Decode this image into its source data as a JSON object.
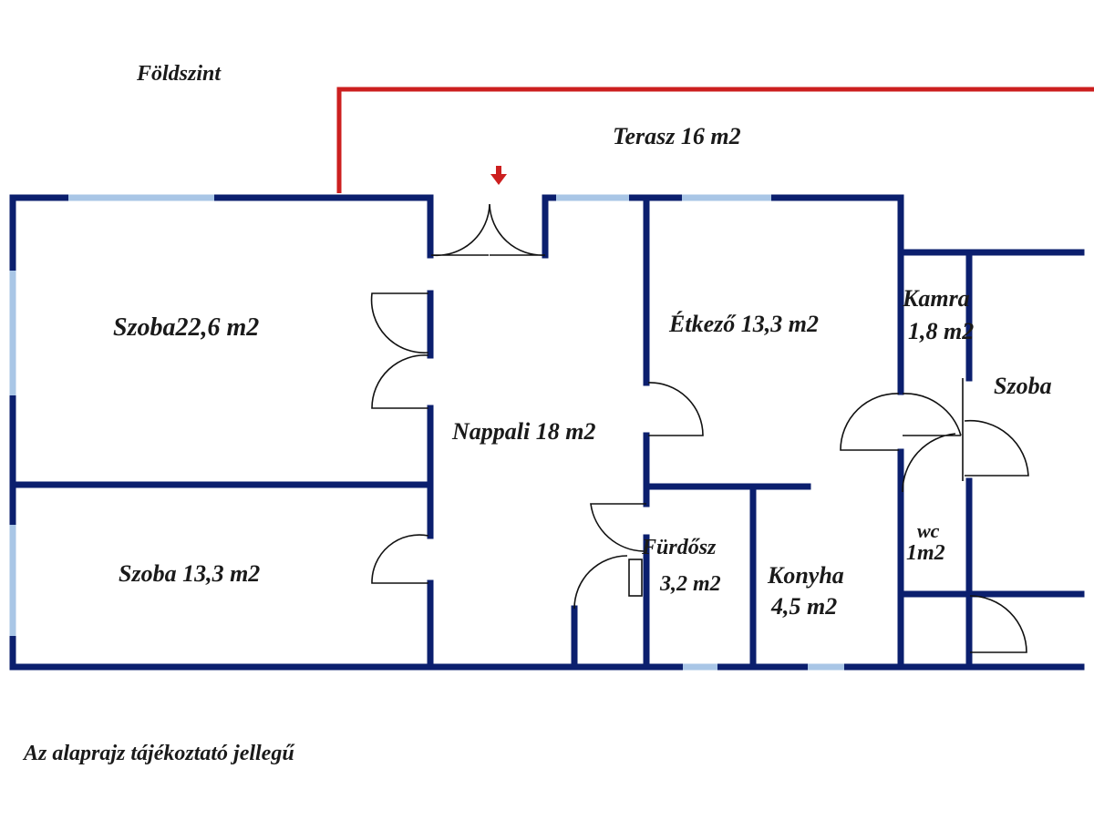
{
  "floor_title": "Földszint",
  "disclaimer": "Az alaprajz tájékoztató jellegű",
  "terrace": {
    "label": "Terasz 16 m2"
  },
  "rooms": {
    "szoba_large": "Szoba22,6 m2",
    "szoba_small": "Szoba 13,3 m2",
    "nappali": "Nappali 18 m2",
    "etkezo": "Étkező 13,3 m2",
    "kamra_name": "Kamra",
    "kamra_area": "1,8 m2",
    "szoba_right": "Szoba",
    "wc_name": "wc",
    "wc_area": "1m2",
    "furdo_name": "Fürdősz",
    "furdo_area": "3,2 m2",
    "konyha_name": "Konyha",
    "konyha_area": "4,5 m2"
  },
  "colors": {
    "wall": "#0b1f6e",
    "window": "#a9c6e6",
    "terrace_line": "#cc1f1f",
    "entrance_arrow": "#cc1f1f"
  },
  "icons": {
    "entrance": "entrance-arrow-icon"
  }
}
